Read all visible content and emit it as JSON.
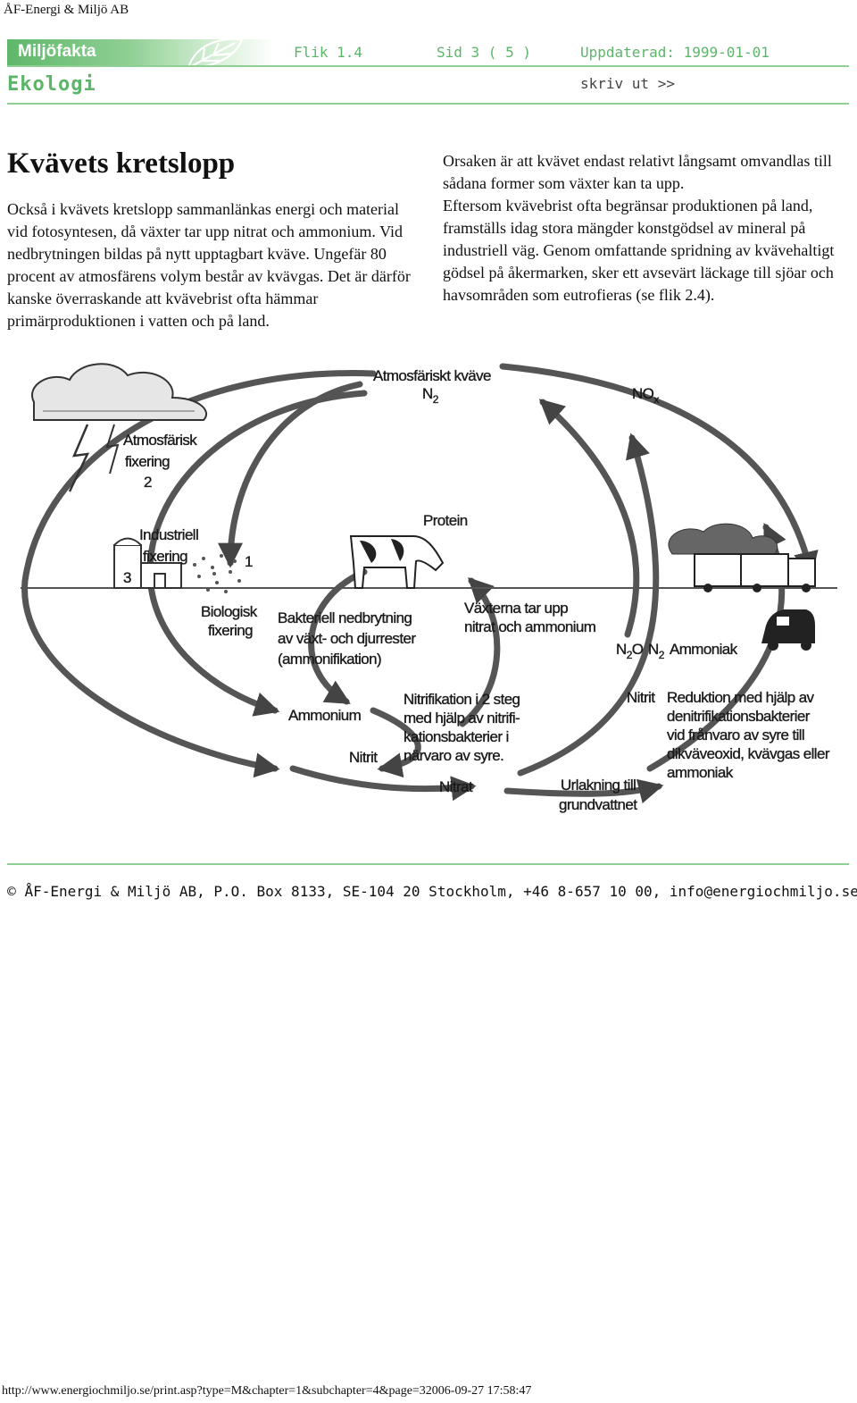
{
  "print_header": {
    "title": "ÅF-Energi & Miljö AB"
  },
  "banner": {
    "logo_text": "Miljöfakta",
    "flik": "Flik 1.4",
    "page": "Sid 3 ( 5 )",
    "updated": "Uppdaterad: 1999-01-01",
    "section": "Ekologi",
    "print_link": "skriv ut >>"
  },
  "article": {
    "heading": "Kvävets kretslopp",
    "left_paragraph": "Också i kvävets kretslopp sammanlänkas energi och material vid fotosyntesen, då växter tar upp nitrat och ammonium. Vid nedbrytningen bildas på nytt upptagbart kväve. Ungefär 80 procent av atmosfärens volym består av kvävgas. Det är därför kanske överraskande att kvävebrist ofta hämmar primärproduktionen i vatten och på land.",
    "right_paragraph_1": "Orsaken är att kvävet endast relativt långsamt omvandlas till sådana former som växter kan ta upp.",
    "right_paragraph_2": "Eftersom kvävebrist ofta begränsar produktionen på land, framställs idag stora mängder konstgödsel av mineral på industriell väg. Genom omfattande spridning av kvävehaltigt gödsel på åkermarken, sker ett avsevärt läckage till sjöar och havsområden som eutrofieras (se flik 2.4)."
  },
  "diagram": {
    "atmospheric_nitrogen": "Atmosfäriskt kväve",
    "n2": "N",
    "n2_sub": "2",
    "nox": "NO",
    "nox_sub": "x",
    "atmospheric_fixation_1": "Atmosfärisk",
    "atmospheric_fixation_2": "fixering",
    "atmospheric_fixation_num": "2",
    "industrial_fixation_1": "Industriell",
    "industrial_fixation_2": "fixering",
    "factory_num": "3",
    "biological_num": "1",
    "biological_fixation_1": "Biologisk",
    "biological_fixation_2": "fixering",
    "protein": "Protein",
    "decomposition_1": "Bakteriell nedbrytning",
    "decomposition_2": "av växt- och djurrester",
    "decomposition_3": "(ammonifikation)",
    "plants_uptake_1": "Växterna tar upp",
    "plants_uptake_2": "nitrat och ammonium",
    "ammonium": "Ammonium",
    "nitrit_left": "Nitrit",
    "nitrification_1": "Nitrifikation i 2 steg",
    "nitrification_2": "med hjälp av nitrifi-",
    "nitrification_3": "kationsbakterier i",
    "nitrification_4": "närvaro av syre.",
    "nitrat": "Nitrat",
    "leaching_1": "Urlakning till",
    "leaching_2": "grundvattnet",
    "n2o": "N",
    "n2o_sub": "2",
    "n2o_o": "O",
    "n2_right": "N",
    "n2_right_sub": "2",
    "ammoniak": "Ammoniak",
    "nitrit_right": "Nitrit",
    "reduction_1": "Reduktion med hjälp av",
    "reduction_2": "denitrifikationsbakterier",
    "reduction_3": "vid frånvaro av syre till",
    "reduction_4": "dikväveoxid, kvävgas eller",
    "reduction_5": "ammoniak"
  },
  "footer": {
    "copyright": "© ÅF-Energi & Miljö AB, P.O. Box 8133, SE-104 20 Stockholm, +46 8-657 10 00, ",
    "email": "info@energiochmiljo.se"
  },
  "print_footer": {
    "url": "http://www.energiochmiljo.se/print.asp?type=M&chapter=1&subchapter=4&page=32006-09-27 17:58:47"
  },
  "colors": {
    "brand_green": "#5db56a",
    "light_green": "#8fcf93"
  }
}
